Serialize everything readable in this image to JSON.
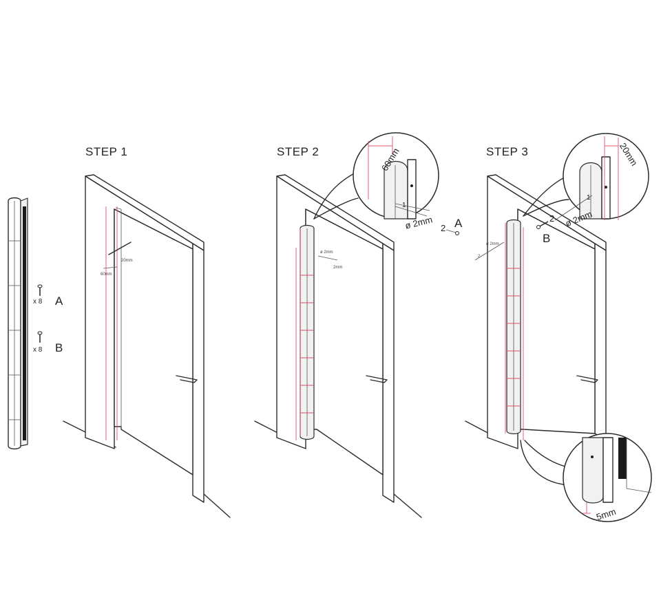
{
  "steps": {
    "step1": "STEP 1",
    "step2": "STEP 2",
    "step3": "STEP 3"
  },
  "parts": {
    "a_qty": "x 8",
    "a_label": "A",
    "b_qty": "x 8",
    "b_label": "B"
  },
  "step1_dims": {
    "d60": "60mm",
    "d20": "20mm"
  },
  "step2_dims": {
    "dia": "ø 2mm",
    "small": "2mm"
  },
  "callout1": {
    "dim": "60mm",
    "n1": "1",
    "dia": "ø 2mm",
    "n2": "2",
    "screw": "A"
  },
  "step3_dims": {
    "dia": "ø 2mm",
    "n2": "2"
  },
  "callout2": {
    "dim": "20mm",
    "n1": "1",
    "dia": "ø 2mm",
    "n2": "2",
    "screw": "B"
  },
  "callout3": {
    "dim": "5mm"
  },
  "colors": {
    "line": "#2a2a2a",
    "accent": "#e0506b"
  }
}
